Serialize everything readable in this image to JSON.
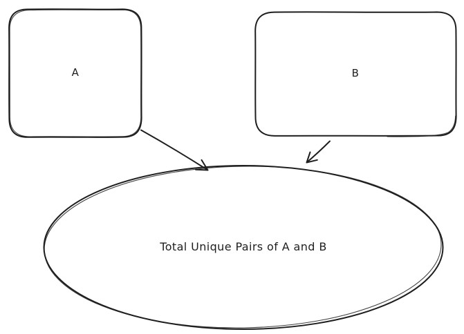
{
  "diagram": {
    "background_color": "#ffffff",
    "stroke_color": "#1e1e1e",
    "nodes": [
      {
        "id": "a",
        "shape": "rounded-rectangle",
        "label": "A"
      },
      {
        "id": "b",
        "shape": "rounded-rectangle",
        "label": "B"
      },
      {
        "id": "total-unique-pairs",
        "shape": "ellipse",
        "label": "Total Unique Pairs of A and B"
      }
    ],
    "edges": [
      {
        "from": "a",
        "to": "total-unique-pairs",
        "style": "arrow"
      },
      {
        "from": "b",
        "to": "total-unique-pairs",
        "style": "arrow"
      }
    ]
  }
}
